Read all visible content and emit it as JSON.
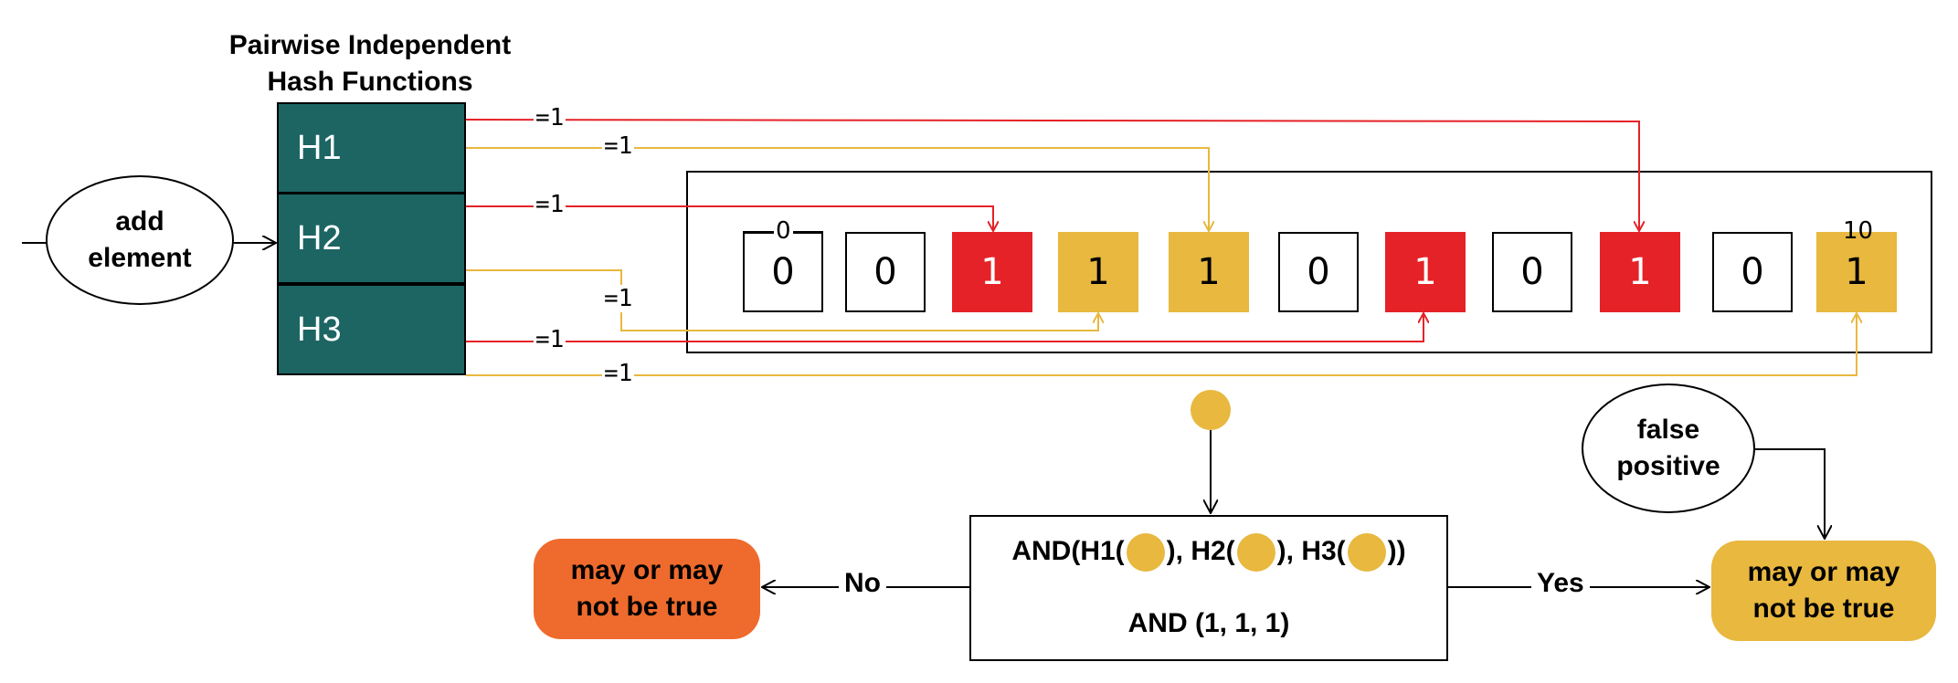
{
  "title": {
    "line1": "Pairwise Independent",
    "line2": "Hash Functions"
  },
  "add_element": {
    "line1": "add",
    "line2": "element"
  },
  "hash_functions": [
    {
      "label": "H1"
    },
    {
      "label": "H2"
    },
    {
      "label": "H3"
    }
  ],
  "bit_array": {
    "cells": [
      "0",
      "0",
      "1",
      "1",
      "1",
      "0",
      "1",
      "0",
      "1",
      "0",
      "1"
    ],
    "start_index": "0",
    "end_index": "10"
  },
  "wire_labels": [
    "=1",
    "=1",
    "=1",
    "=1",
    "=1",
    "=1"
  ],
  "query": {
    "expression_parts": [
      "AND(H1(",
      "), H2(",
      "), H3(",
      "))"
    ],
    "result_line": "AND (1, 1, 1)"
  },
  "branches": {
    "no": "No",
    "yes": "Yes"
  },
  "outcome_no": {
    "line1": "may or may",
    "line2": "not be true"
  },
  "outcome_yes": {
    "line1": "may or may",
    "line2": "not be true"
  },
  "false_positive": {
    "line1": "false",
    "line2": "positive"
  },
  "colors": {
    "hash_block": "#1c6563",
    "red": "#e52227",
    "yellow": "#e8b83f",
    "orange": "#ee6b2d"
  }
}
